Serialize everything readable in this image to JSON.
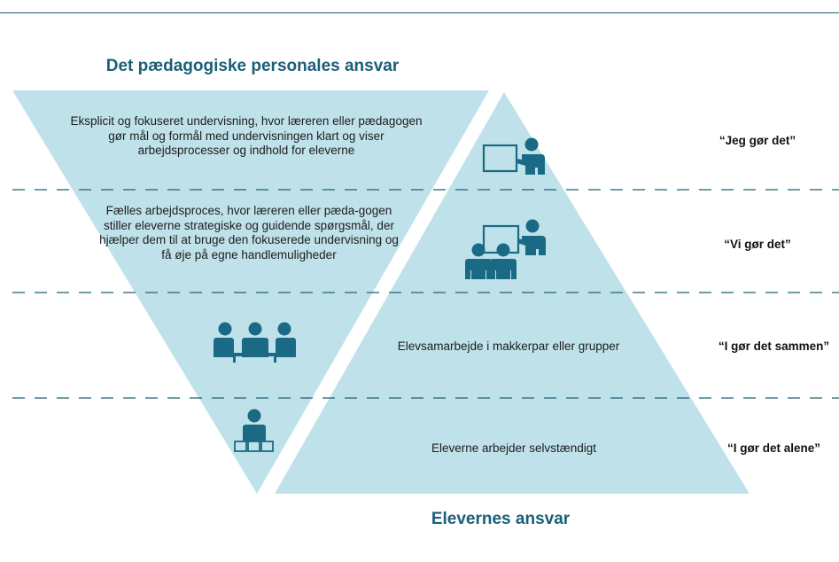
{
  "colors": {
    "triangle_fill": "#bfe2ea",
    "icon_fill": "#1b6a85",
    "title_color": "#1b5e78",
    "dash_color": "#1f5f78"
  },
  "top_title": "Det pædagogiske personales ansvar",
  "bottom_title": "Elevernes ansvar",
  "rows": [
    {
      "description": "Eksplicit og fokuseret undervisning, hvor læreren eller pædagogen gør mål og formål med undervisningen klart og viser arbejdsprocesser og indhold for eleverne",
      "quote": "“Jeg gør det”",
      "icon": "teacher-at-board-icon"
    },
    {
      "description": "Fælles arbejdsproces, hvor læreren eller pæda-gogen stiller eleverne strategiske og guidende spørgsmål, der hjælper dem til at bruge den fokuserede undervisning og få øje på egne handlemuligheder",
      "quote": "“Vi gør det”",
      "icon": "teacher-with-students-icon"
    },
    {
      "description": "Elevsamarbejde i makkerpar eller grupper",
      "quote": "“I gør det sammen”",
      "icon": "group-at-table-icon"
    },
    {
      "description": "Eleverne arbejder selvstændigt",
      "quote": "“I gør det alene”",
      "icon": "student-at-desk-icon"
    }
  ]
}
